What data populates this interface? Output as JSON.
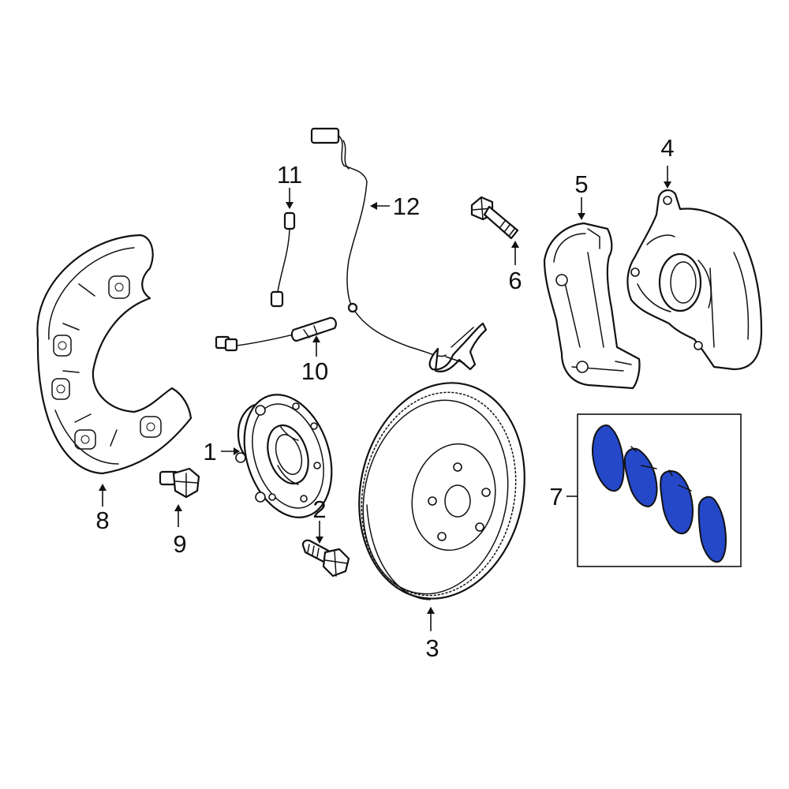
{
  "diagram": {
    "pad_color": "#2448c8",
    "callouts": {
      "c1": "1",
      "c2": "2",
      "c3": "3",
      "c4": "4",
      "c5": "5",
      "c6": "6",
      "c7": "7",
      "c8": "8",
      "c9": "9",
      "c10": "10",
      "c11": "11",
      "c12": "12"
    }
  }
}
